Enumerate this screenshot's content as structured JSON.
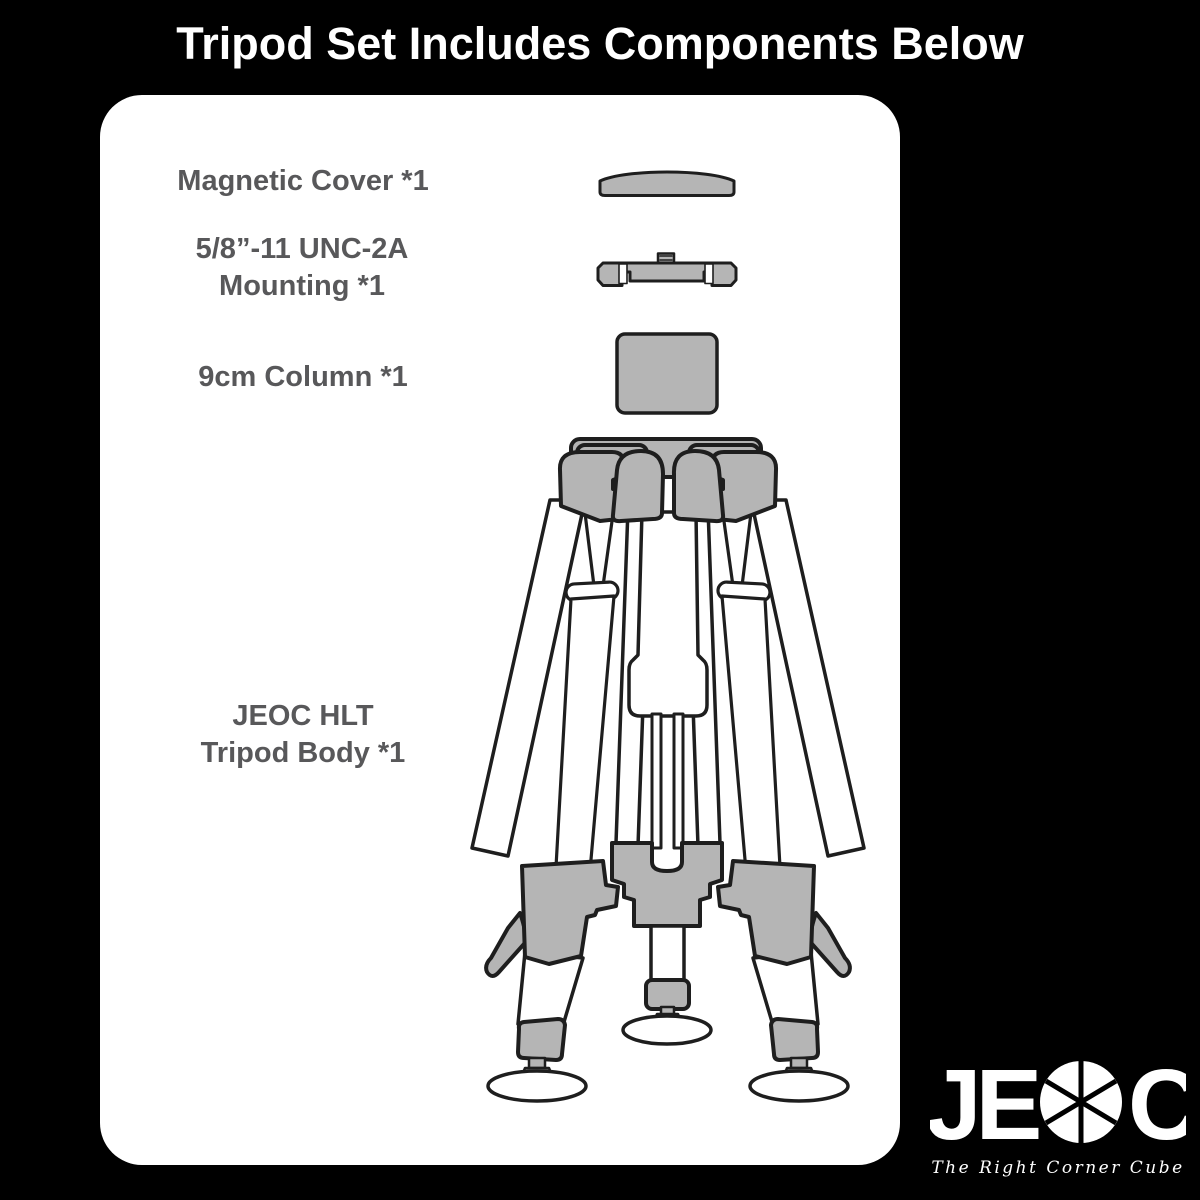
{
  "header": {
    "title": "Tripod Set Includes Components Below"
  },
  "components": [
    {
      "name": "Magnetic Cover",
      "quantity": "*1",
      "lines": [
        "Magnetic Cover *1",
        ""
      ]
    },
    {
      "name": "5/8”-11 UNC-2A Mounting",
      "quantity": "*1",
      "lines": [
        "5/8”-11 UNC-2A",
        "Mounting *1"
      ]
    },
    {
      "name": "9cm Column",
      "quantity": "*1",
      "lines": [
        "9cm Column *1",
        ""
      ]
    },
    {
      "name": "JEOC HLT Tripod Body",
      "quantity": "*1",
      "lines": [
        "JEOC HLT",
        "Tripod Body *1"
      ]
    }
  ],
  "logo": {
    "brand": "JEOC",
    "brand_left": "JE",
    "brand_right": "C",
    "tagline": "The Right Corner Cube"
  },
  "colors": {
    "background": "#000000",
    "panel": "#ffffff",
    "label_text": "#58585a",
    "diagram_fill": "#b5b5b5",
    "diagram_outline": "#1e1e1e",
    "logo": "#ffffff"
  }
}
